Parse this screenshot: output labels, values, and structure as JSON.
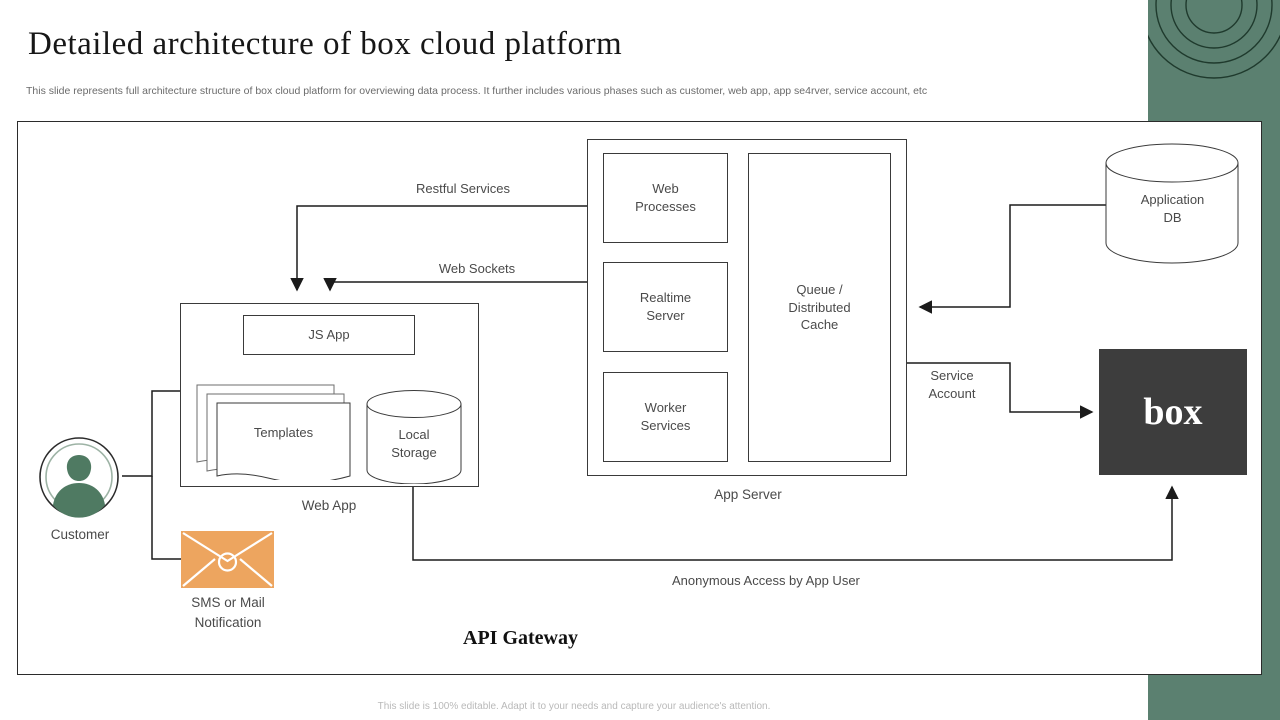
{
  "slide": {
    "title": "Detailed architecture of box cloud platform",
    "subtitle": "This slide represents full architecture structure of box cloud platform for overviewing data process. It further includes various phases such as customer, web app, app se4rver, service account, etc",
    "footer": "This slide is 100% editable. Adapt it to your needs and capture your audience's attention.",
    "api_gateway_label": "API Gateway"
  },
  "theme": {
    "accent_green": "#5b8070",
    "logo_dark": "#3d3d3d",
    "mail_orange": "#edA55f",
    "text_gray": "#4a4a4a",
    "subtitle_gray": "#6b6b6b"
  },
  "decor": {
    "arcs_icon": "concentric-arcs-icon",
    "arc_count": 4
  },
  "actors": {
    "customer": {
      "label": "Customer",
      "icon": "user-avatar-icon"
    },
    "notification": {
      "label_line1": "SMS or Mail",
      "label_line2": "Notification",
      "icon": "envelope-icon"
    }
  },
  "web_app": {
    "caption": "Web App",
    "children": [
      {
        "label": "JS App",
        "shape": "rect"
      },
      {
        "label": "Templates",
        "shape": "stacked-documents"
      },
      {
        "label_line1": "Local",
        "label_line2": "Storage",
        "shape": "cylinder"
      }
    ]
  },
  "app_server": {
    "caption": "App Server",
    "children": [
      {
        "label_line1": "Web",
        "label_line2": "Processes"
      },
      {
        "label_line1": "Realtime",
        "label_line2": "Server"
      },
      {
        "label_line1": "Worker",
        "label_line2": "Services"
      },
      {
        "label_line1": "Queue /",
        "label_line2": "Distributed",
        "label_line3": "Cache"
      }
    ]
  },
  "database": {
    "label_line1": "Application",
    "label_line2": "DB",
    "shape": "cylinder"
  },
  "cloud_service": {
    "label": "box"
  },
  "edges": [
    {
      "label": "Restful  Services"
    },
    {
      "label": "Web Sockets"
    },
    {
      "label_line1": "Service",
      "label_line2": "Account"
    },
    {
      "label": "Anonymous  Access by App User"
    }
  ]
}
